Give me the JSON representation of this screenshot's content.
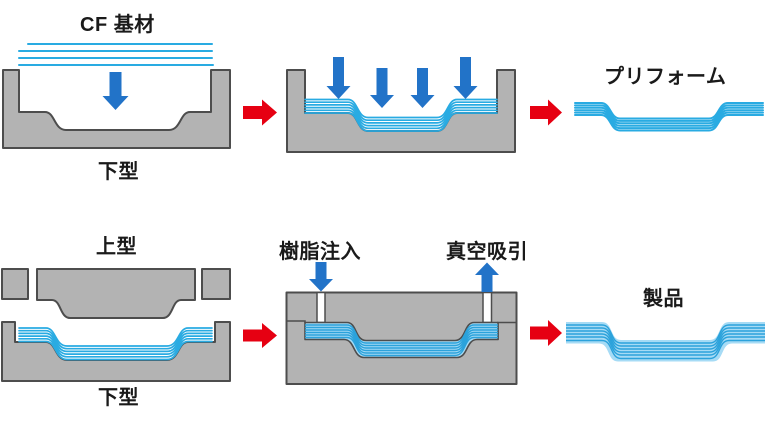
{
  "colors": {
    "fiber": "#29ABE2",
    "blue": "#2273C8",
    "red": "#E60012",
    "mold_fill": "#B3B3B3",
    "mold_stroke": "#4D4D4D",
    "resin_fill": "#A6DBF5",
    "resin_stripe": "#2BA2DB",
    "text": "#1A1A1A",
    "background": "#FFFFFF"
  },
  "top_row": {
    "panel1": {
      "material_label": "CF 基材",
      "mold_label": "下型"
    },
    "panel3": {
      "label": "プリフォーム"
    }
  },
  "bottom_row": {
    "panel4": {
      "upper_mold_label": "上型",
      "lower_mold_label": "下型"
    },
    "panel5": {
      "resin_label": "樹脂注入",
      "vacuum_label": "真空吸引"
    },
    "panel6": {
      "label": "製品"
    }
  }
}
